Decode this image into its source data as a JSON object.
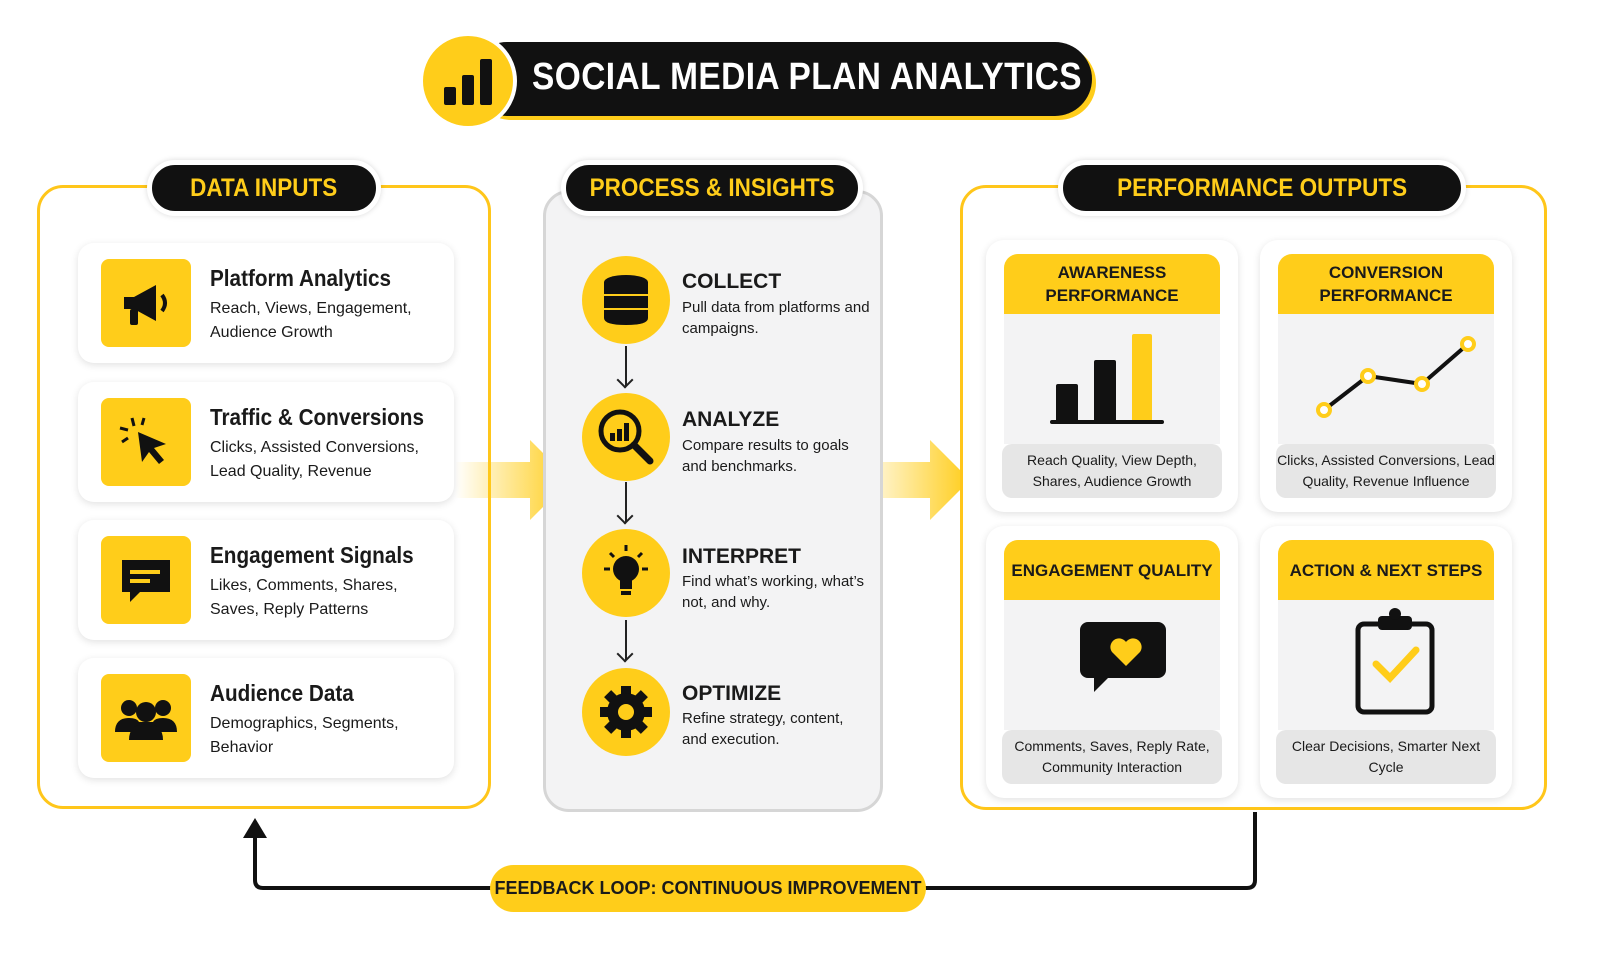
{
  "title": "SOCIAL MEDIA PLAN ANALYTICS",
  "colors": {
    "accent": "#ffcd1a",
    "dark": "#111111"
  },
  "inputs": {
    "header": "DATA INPUTS",
    "items": [
      {
        "title": "Platform Analytics",
        "desc": "Reach, Views, Engagement, Audience Growth",
        "icon": "megaphone-icon"
      },
      {
        "title": "Traffic & Conversions",
        "desc": "Clicks, Assisted Conversions, Lead Quality, Revenue",
        "icon": "cursor-click-icon"
      },
      {
        "title": "Engagement Signals",
        "desc": "Likes, Comments, Shares, Saves, Reply Patterns",
        "icon": "chat-icon"
      },
      {
        "title": "Audience Data",
        "desc": "Demographics, Segments, Behavior",
        "icon": "users-icon"
      }
    ]
  },
  "process": {
    "header": "PROCESS & INSIGHTS",
    "steps": [
      {
        "title": "COLLECT",
        "desc": "Pull data from platforms and campaigns.",
        "icon": "database-icon"
      },
      {
        "title": "ANALYZE",
        "desc": "Compare results to goals and benchmarks.",
        "icon": "magnifier-chart-icon"
      },
      {
        "title": "INTERPRET",
        "desc": "Find what’s working, what’s not, and why.",
        "icon": "lightbulb-icon"
      },
      {
        "title": "OPTIMIZE",
        "desc": "Refine strategy, content, and execution.",
        "icon": "gear-icon"
      }
    ]
  },
  "outputs": {
    "header": "PERFORMANCE OUTPUTS",
    "cards": [
      {
        "title": "AWARENESS PERFORMANCE",
        "caption": "Reach Quality, View Depth, Shares, Audience Growth",
        "icon": "bar-chart-icon"
      },
      {
        "title": "CONVERSION PERFORMANCE",
        "caption": "Clicks, Assisted Conversions, Lead Quality, Revenue Influence",
        "icon": "line-chart-icon"
      },
      {
        "title": "ENGAGEMENT QUALITY",
        "caption": "Comments, Saves, Reply Rate, Community Interaction",
        "icon": "heart-chat-icon"
      },
      {
        "title": "ACTION & NEXT STEPS",
        "caption": "Clear Decisions, Smarter Next Cycle",
        "icon": "clipboard-check-icon"
      }
    ]
  },
  "feedback": "FEEDBACK LOOP: CONTINUOUS IMPROVEMENT"
}
